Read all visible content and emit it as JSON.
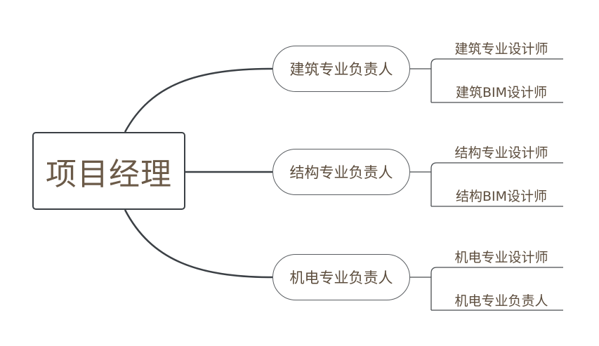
{
  "root": {
    "label": "项目经理"
  },
  "branches": [
    {
      "label": "建筑专业负责人",
      "children": [
        "建筑专业设计师",
        "建筑BIM设计师"
      ]
    },
    {
      "label": "结构专业负责人",
      "children": [
        "结构专业设计师",
        "结构BIM设计师"
      ]
    },
    {
      "label": "机电专业负责人",
      "children": [
        "机电专业设计师",
        "机电专业负责人"
      ]
    }
  ],
  "colors": {
    "line": "#3b4045",
    "text": "#5c4d3d",
    "root_text": "#6b5a48"
  }
}
